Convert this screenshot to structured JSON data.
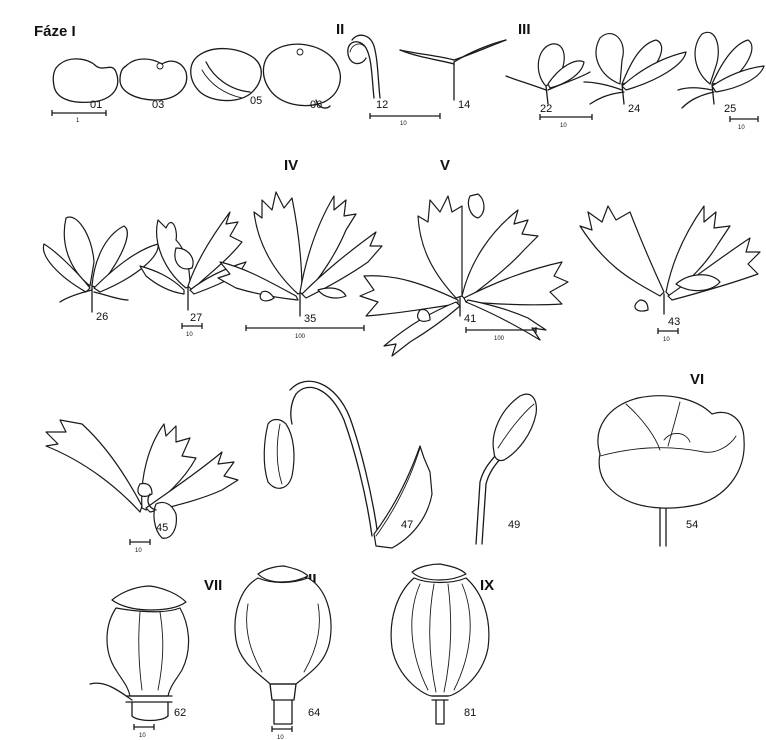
{
  "phases": {
    "p1": "Fáze  I",
    "p2": "II",
    "p3": "III",
    "p4": "IV",
    "p5": "V",
    "p6": "VI",
    "p7": "VII",
    "p8": "VIII",
    "p9": "IX"
  },
  "stages": {
    "s01": "01",
    "s03": "03",
    "s05": "05",
    "s06": "06",
    "s12": "12",
    "s14": "14",
    "s22": "22",
    "s24": "24",
    "s25": "25",
    "s26": "26",
    "s27": "27",
    "s35": "35",
    "s41": "41",
    "s43": "43",
    "s45": "45",
    "s47": "47",
    "s49": "49",
    "s54": "54",
    "s62": "62",
    "s64": "64",
    "s81": "81"
  },
  "scales": {
    "r1": "1",
    "r2": "10",
    "r3": "10",
    "r4": "10",
    "r5": "10",
    "r6": "100",
    "r7": "100",
    "r8": "10",
    "r9": "10",
    "r10": "10",
    "r11": "10"
  }
}
